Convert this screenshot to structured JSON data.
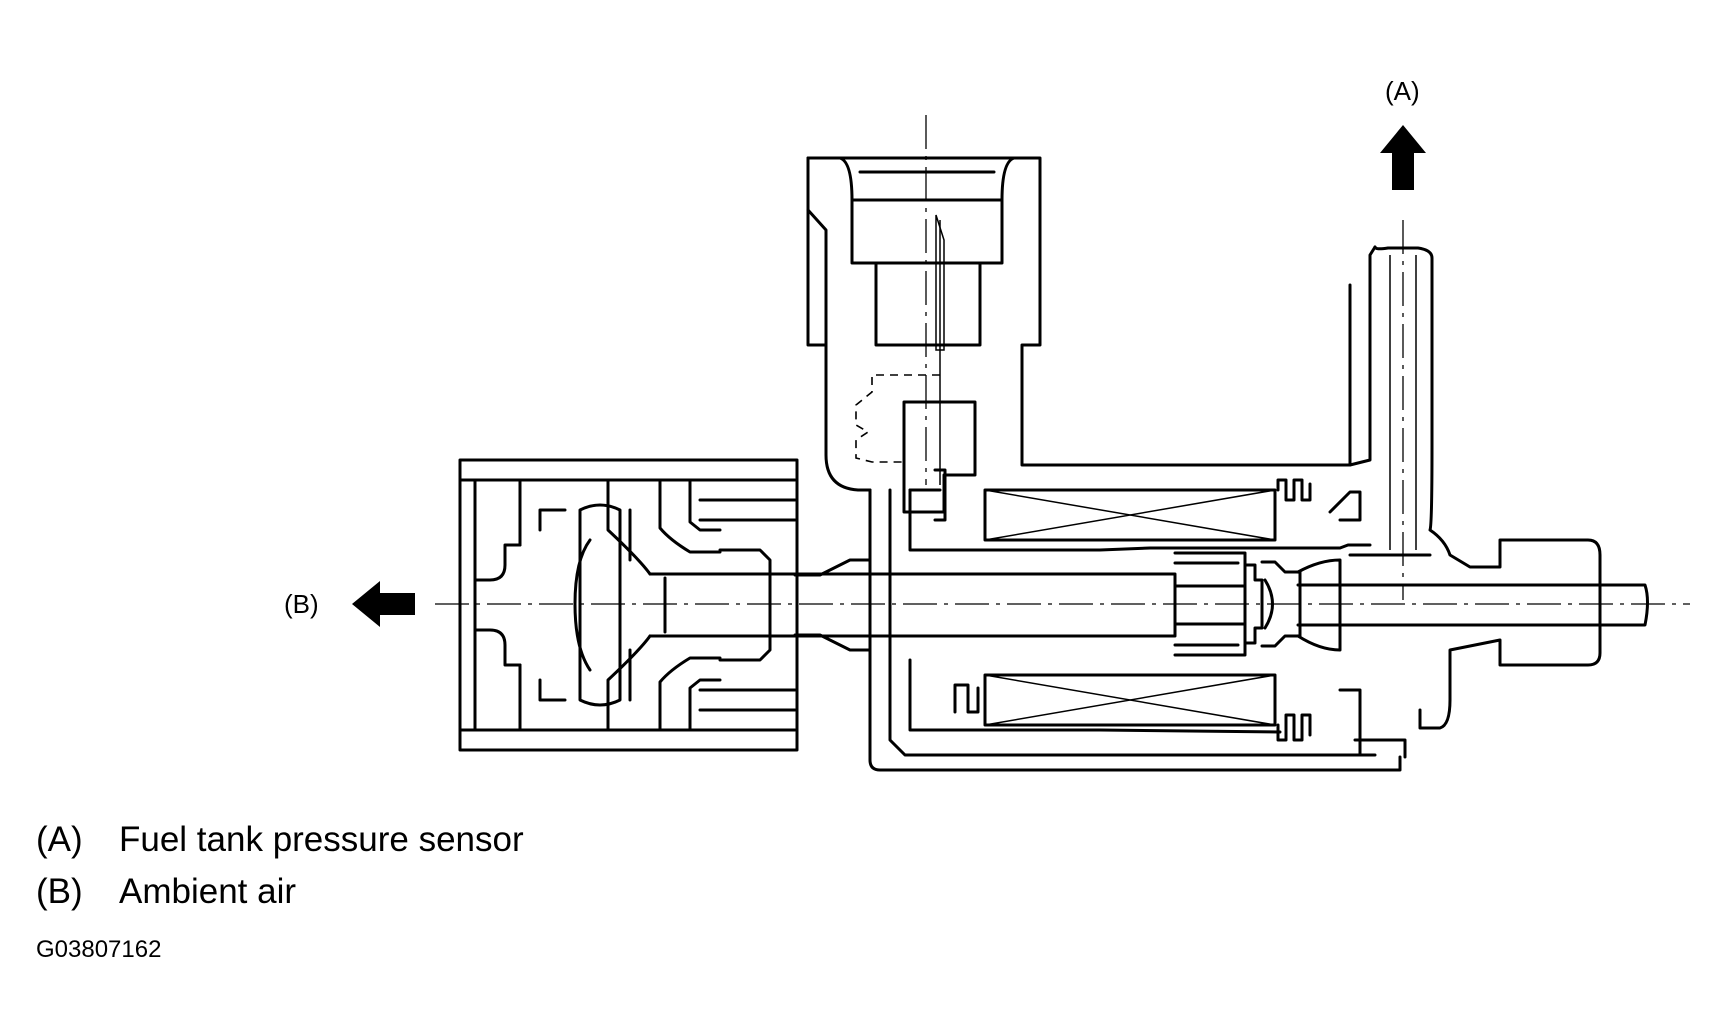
{
  "callouts": {
    "a": "(A)",
    "b": "(B)"
  },
  "legend": [
    {
      "key": "(A)",
      "text": "Fuel tank pressure sensor"
    },
    {
      "key": "(B)",
      "text": "Ambient air"
    }
  ],
  "figure_id": "G03807162"
}
